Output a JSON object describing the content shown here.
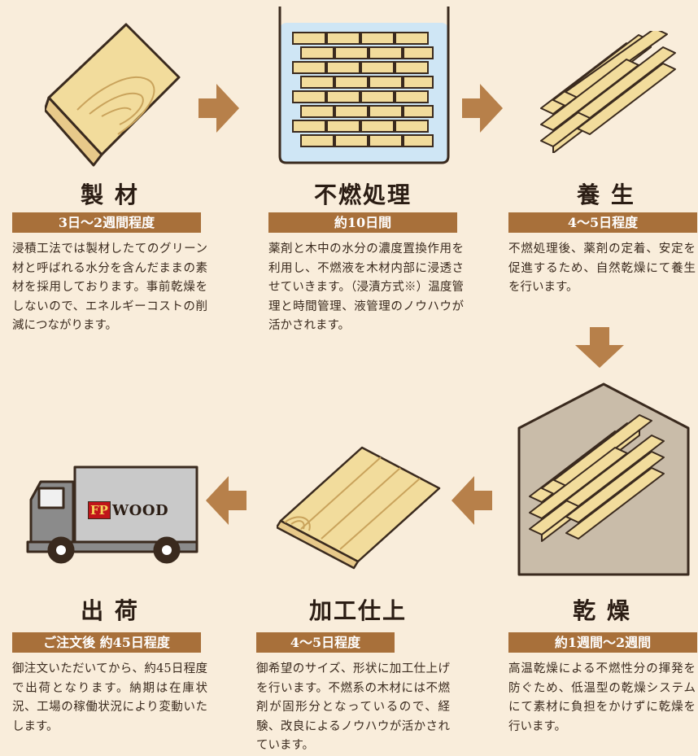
{
  "steps": [
    {
      "title": "製 材",
      "duration": "3日〜2週間程度",
      "description": "浸積工法では製材したてのグリーン材と呼ばれる水分を含んだままの素材を採用しております。事前乾燥をしないので、エネルギーコストの削減につながります。"
    },
    {
      "title": "不燃処理",
      "duration": "約10日間",
      "description": "薬剤と木中の水分の濃度置換作用を利用し、不燃液を木材内部に浸透させていきます。（浸漬方式※）温度管理と時間管理、液管理のノウハウが活かされます。"
    },
    {
      "title": "養 生",
      "duration": "4〜5日程度",
      "description": "不燃処理後、薬剤の定着、安定を促進するため、自然乾燥にて養生を行います。"
    },
    {
      "title": "乾 燥",
      "duration": "約1週間〜2週間",
      "description": "高温乾燥による不燃性分の揮発を防ぐため、低温型の乾燥システムにて素材に負担をかけずに乾燥を行います。"
    },
    {
      "title": "加工仕上",
      "duration": "4〜5日程度",
      "description": "御希望のサイズ、形状に加工仕上げを行います。不燃系の木材には不燃剤が固形分となっているので、経験、改良によるノウハウが活かされています。"
    },
    {
      "title": "出 荷",
      "duration": "ご注文後 約45日程度",
      "description": "御注文いただいてから、約45日程度で出荷となります。納期は在庫状況、工場の稼働状況により変動いたします。"
    }
  ],
  "truck_logo": {
    "mark": "FP",
    "text": "WOOD"
  },
  "colors": {
    "background": "#f9eddb",
    "accent": "#a8703a",
    "wood": "#f2dc9c",
    "water": "#cfe6f5"
  }
}
